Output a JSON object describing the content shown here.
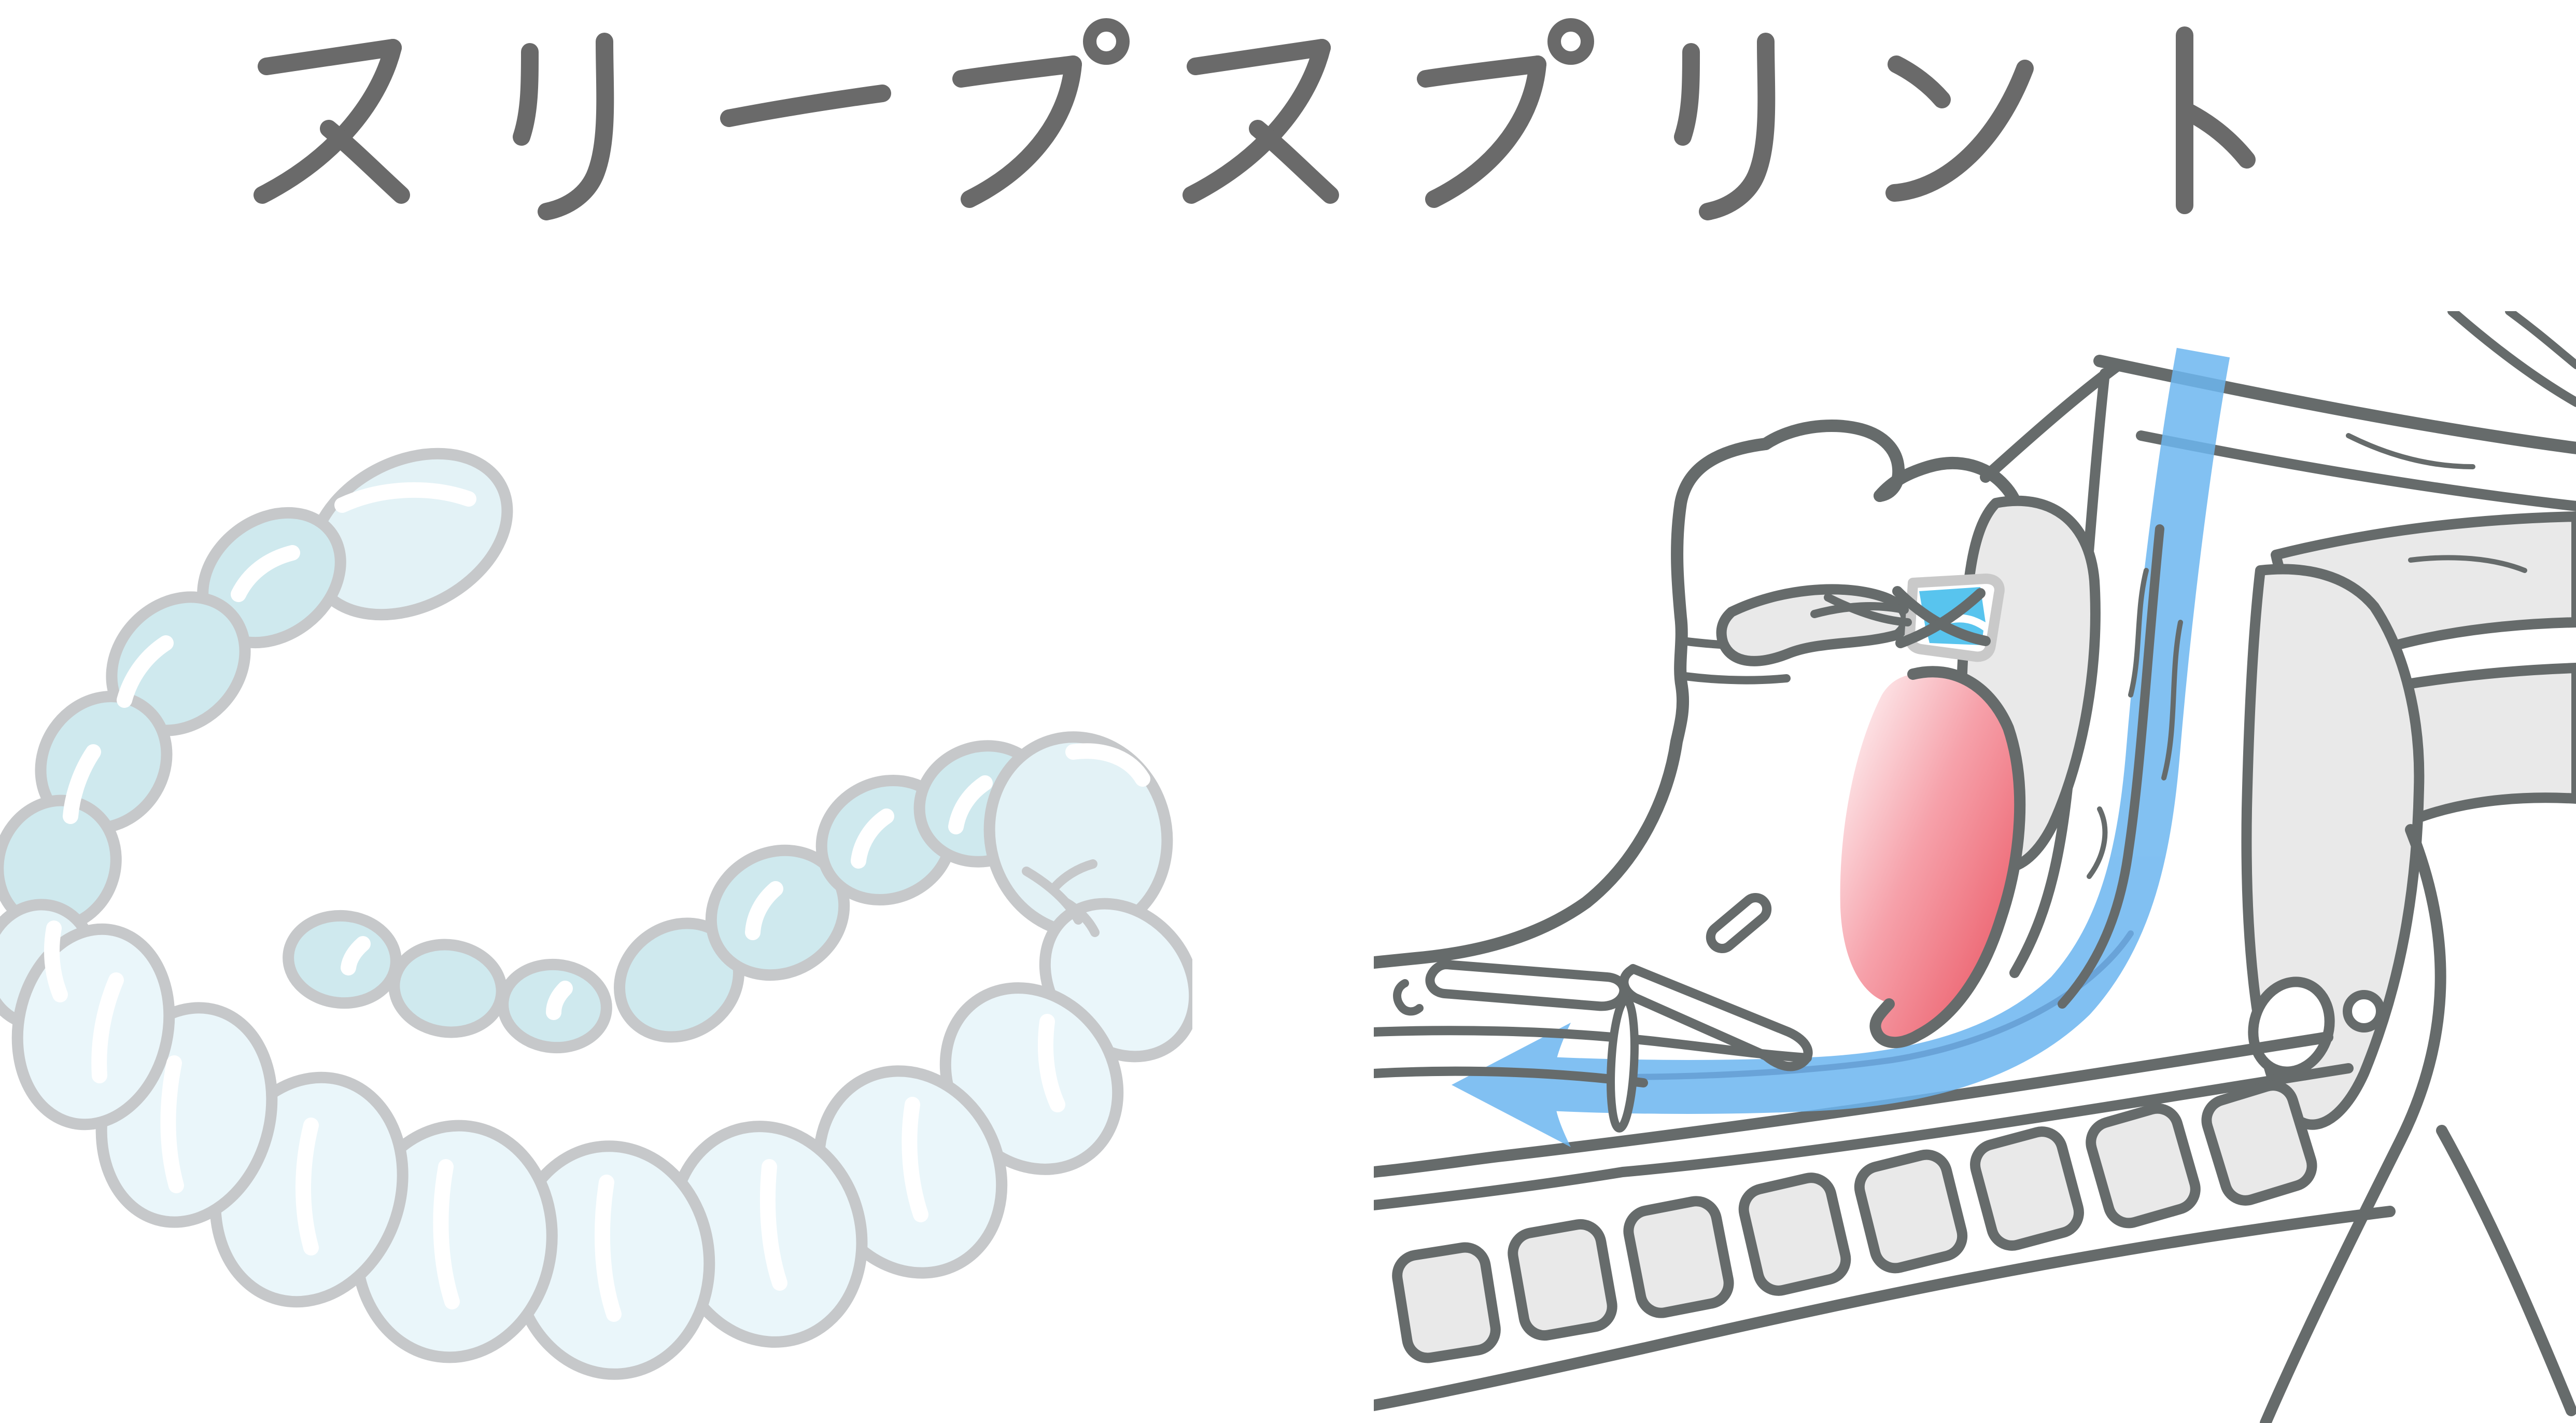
{
  "page": {
    "background": "#ffffff"
  },
  "title": {
    "text": "スリープスプリント",
    "color": "#6a6a6a"
  },
  "palette": {
    "outline_dark_gray": "#666b6b",
    "bone_gray": "#e9e9e9",
    "aligner_outline_gray": "#c6c8ca",
    "aligner_body_blue": "#eaf6fa",
    "aligner_inner_teal": "#cfe9ee",
    "highlight_white": "#ffffff",
    "airflow_blue": "#6cb6f0",
    "airflow_blue_dark": "#4f94d2",
    "tongue_red": "#eb5b68",
    "tongue_pink": "#f6a1aa",
    "mouth_splint_blue": "#58c4ee",
    "mouth_splint_outline": "#c9c9c9"
  },
  "figures": {
    "left": {
      "label": "clear sleep splint dental aligner"
    },
    "right": {
      "label": "head cross section showing open airway with splint on teeth"
    }
  }
}
